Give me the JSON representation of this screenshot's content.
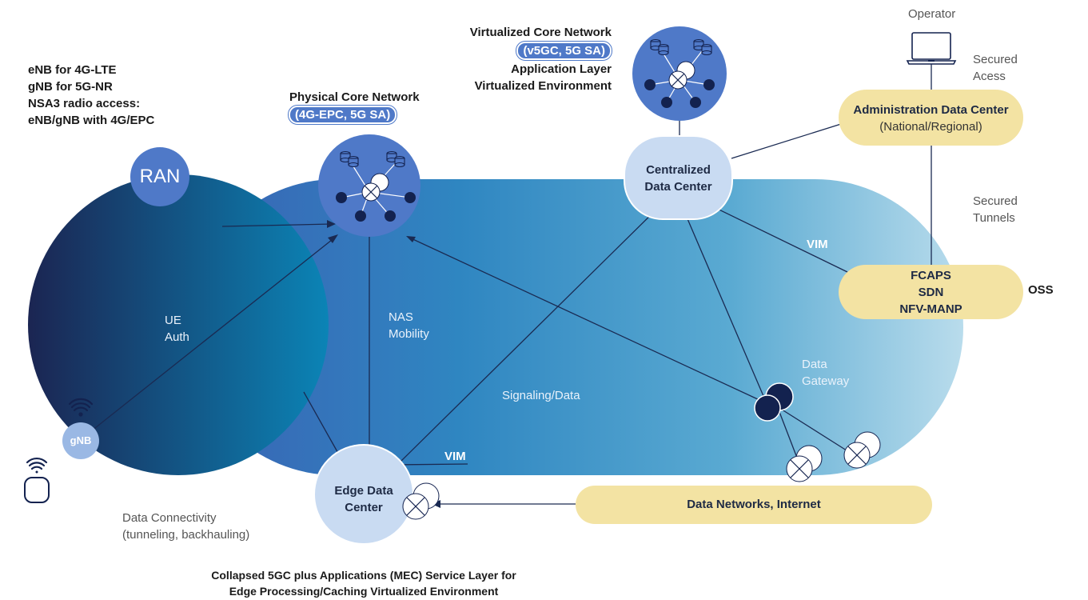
{
  "labels": {
    "ran_title": "RAN",
    "ran_desc": [
      "eNB for 4G-LTE",
      "gNB for 5G-NR",
      "NSA3 radio access:",
      "eNB/gNB with 4G/EPC"
    ],
    "ue_auth": [
      "UE",
      "Auth"
    ],
    "gnb": "gNB",
    "data_connectivity": [
      "Data Connectivity",
      "(tunneling, backhauling)"
    ],
    "physical_core_title": "Physical Core Network",
    "physical_core_tag": "(4G-EPC, 5G SA)",
    "virtual_core_title": "Virtualized Core Network",
    "virtual_core_tag": "(v5GC, 5G SA)",
    "virtual_core_desc": [
      "Application Layer",
      "Virtualized Environment"
    ],
    "nas_mobility": [
      "NAS",
      "Mobility"
    ],
    "signaling_data": "Signaling/Data",
    "centralized_dc": [
      "Centralized",
      "Data Center"
    ],
    "edge_dc": [
      "Edge Data",
      "Center"
    ],
    "vim_top": "VIM",
    "vim_bottom": "VIM",
    "data_gateway": [
      "Data",
      "Gateway"
    ],
    "operator": "Operator",
    "secured_access": [
      "Secured",
      "Acess"
    ],
    "admin_dc_title": "Administration Data Center",
    "admin_dc_sub": "(National/Regional)",
    "secured_tunnels": [
      "Secured",
      "Tunnels"
    ],
    "oss_box": [
      "FCAPS",
      "SDN",
      "NFV-MANP"
    ],
    "oss": "OSS",
    "data_networks": "Data Networks, Internet",
    "footer": [
      "Collapsed 5GC plus Applications (MEC) Service Layer for",
      "Edge Processing/Caching Virtualized Environment"
    ]
  },
  "colors": {
    "ran_dark": "#1b2e5e",
    "ran_light": "#0a7fb0",
    "band_left": "#3c66b8",
    "band_right": "#b3d8ea",
    "node_blue": "#4f79c8",
    "light_node": "#c9dbf2",
    "yellow": "#f3e3a3",
    "navy": "#13224f"
  }
}
